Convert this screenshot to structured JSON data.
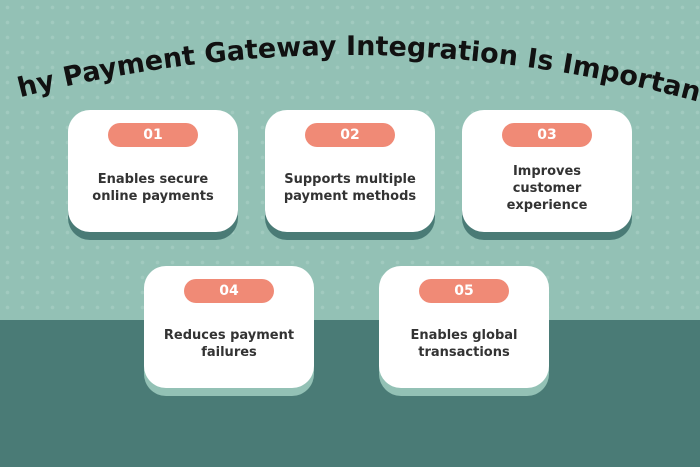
{
  "title": "Why Payment Gateway Integration Is Important",
  "colors": {
    "background_top": "#93c1b5",
    "background_bottom": "#4a7b76",
    "accent": "#f08a76",
    "card": "#ffffff"
  },
  "items": [
    {
      "number": "01",
      "text": "Enables secure online payments"
    },
    {
      "number": "02",
      "text": "Supports multiple payment methods"
    },
    {
      "number": "03",
      "text": "Improves customer experience"
    },
    {
      "number": "04",
      "text": "Reduces payment failures"
    },
    {
      "number": "05",
      "text": "Enables global transactions"
    }
  ]
}
